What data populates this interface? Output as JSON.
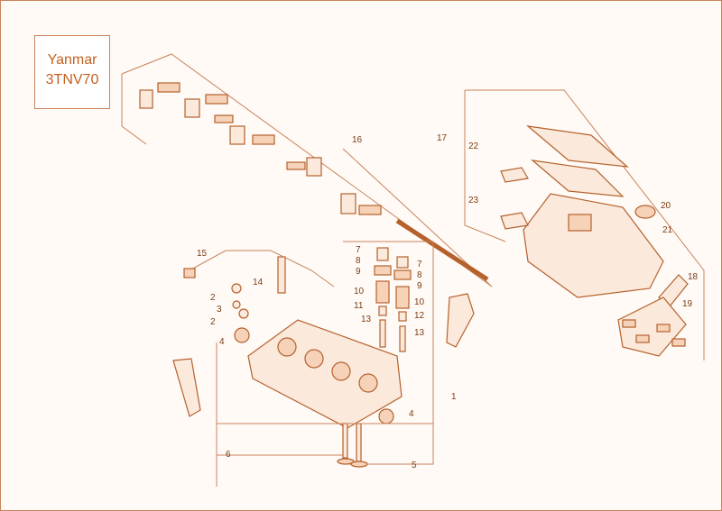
{
  "title": {
    "line1": "Yanmar",
    "line2": "3TNV70"
  },
  "callouts": [
    "1",
    "2",
    "2",
    "3",
    "4",
    "4",
    "5",
    "6",
    "7",
    "7",
    "8",
    "8",
    "9",
    "9",
    "10",
    "10",
    "11",
    "12",
    "13",
    "13",
    "14",
    "15",
    "16",
    "17",
    "18",
    "19",
    "20",
    "21",
    "22",
    "23"
  ]
}
